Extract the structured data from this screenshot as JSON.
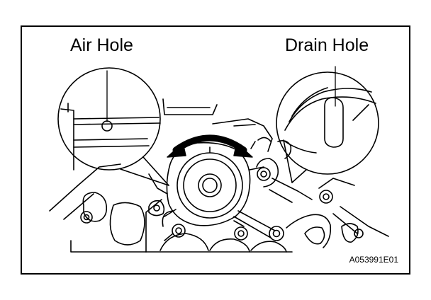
{
  "labels": {
    "air_hole": "Air Hole",
    "drain_hole": "Drain Hole"
  },
  "figure_id": "A053991E01",
  "colors": {
    "line": "#000000",
    "background": "#ffffff"
  }
}
